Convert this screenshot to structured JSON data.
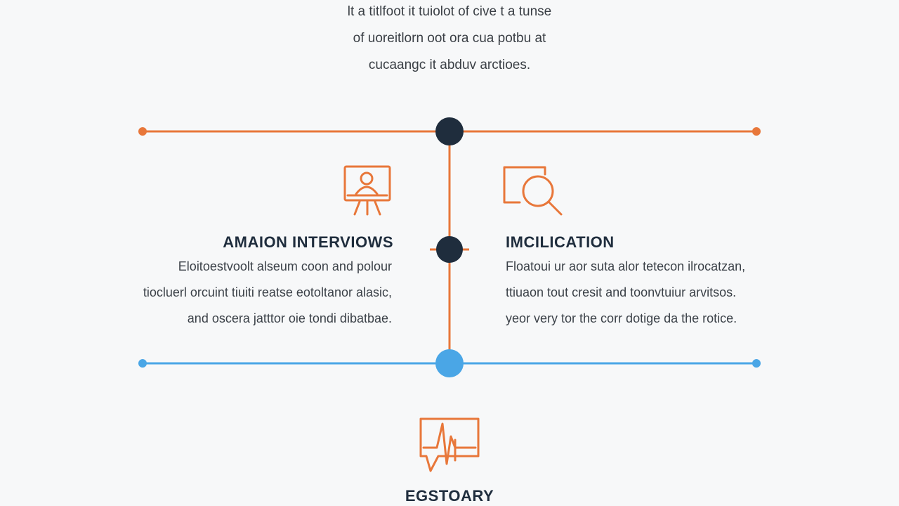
{
  "intro": {
    "lines": [
      "lt a titlfoot it tuiolot of cive t a tunse",
      "of uoreitlorn oot ora cua potbu at",
      "cucaangc it abduv arctioes."
    ]
  },
  "left_node": {
    "icon": "presentation-person-icon",
    "heading": "AMAION INTERVIOWS",
    "lines": [
      "Eloitoestvoolt alseum coon and polour",
      "tiocluerl orcuint tiuiti reatse eotoltanor alasic,",
      "and oscera jatttor oie tondi dibatbae."
    ]
  },
  "right_node": {
    "icon": "magnifier-document-icon",
    "heading": "IMCILICATION",
    "lines": [
      "Floatoui ur aor suta alor tetecon ilrocatzan,",
      "ttiuaon tout cresit and toonvtuiur arvitsos.",
      "yeor very tor the corr dotige da the rotice."
    ]
  },
  "bottom_node": {
    "icon": "chat-pulse-icon",
    "heading": "EGSTOARY"
  },
  "colors": {
    "orange": "#e8773a",
    "navy": "#1f2d3d",
    "blue": "#4aa6e6"
  }
}
